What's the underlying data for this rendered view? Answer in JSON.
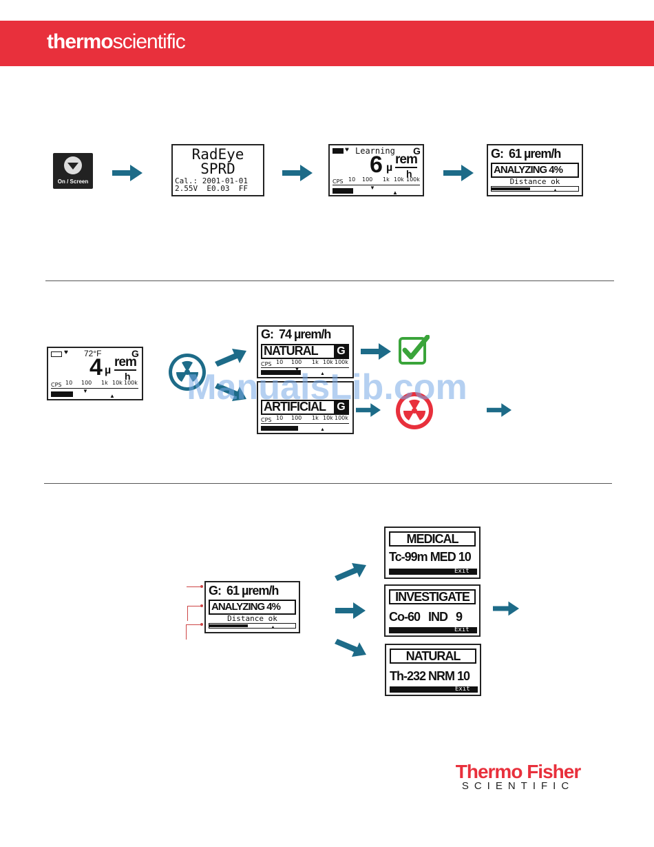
{
  "header": {
    "brand_bold": "thermo",
    "brand_light": "scientific",
    "bg_color": "#e8303c"
  },
  "step1": {
    "button_label": "On / Screen",
    "startup": {
      "line1": "RadEye",
      "line2": "SPRD",
      "line3": "Cal.: 2001-01-01",
      "line4": "2.55V  E0.03  FF"
    },
    "learning": {
      "status": "Learning",
      "mode": "G",
      "value": "6",
      "unit_prefix": "µ",
      "unit_top": "rem",
      "unit_bottom": "h",
      "scale_label": "CPS",
      "scale": [
        "10",
        "100",
        "1k",
        "10k",
        "100k"
      ]
    },
    "analyzing": {
      "reading": "G:  61 µrem/h",
      "status": "ANALYZING 4%",
      "message": "Distance ok"
    }
  },
  "step2": {
    "idle": {
      "temp": "72°F",
      "mode": "G",
      "value": "4",
      "unit_prefix": "µ",
      "unit_top": "rem",
      "unit_bottom": "h",
      "scale_label": "CPS",
      "scale": [
        "10",
        "100",
        "1k",
        "10k",
        "100k"
      ]
    },
    "natural": {
      "reading": "G:  74 µrem/h",
      "status": "NATURAL",
      "mode": "G",
      "scale_label": "CPS",
      "scale": [
        "10",
        "100",
        "1k",
        "10k",
        "100k"
      ]
    },
    "artificial": {
      "status": "ARTIFICIAL",
      "mode": "G",
      "scale_label": "CPS",
      "scale": [
        "10",
        "100",
        "1k",
        "10k",
        "100k"
      ]
    },
    "check_color": "#3aa43a",
    "alarm_color": "#e8303c",
    "source_color": "#1d6b88"
  },
  "step3": {
    "analyzing": {
      "reading": "G:  61 µrem/h",
      "status": "ANALYZING 4%",
      "message": "Distance ok"
    },
    "results": [
      {
        "category": "MEDICAL",
        "nuclide": "Tc-99m MED 10",
        "exit": "Exit"
      },
      {
        "category": "INVESTIGATE",
        "nuclide": "Co-60   IND   9",
        "exit": "Exit"
      },
      {
        "category": "NATURAL",
        "nuclide": "Th-232 NRM 10",
        "exit": "Exit"
      }
    ]
  },
  "watermark": "ManualsLib.com",
  "footer_logo": {
    "top": "Thermo Fisher",
    "bottom": "SCIENTIFIC"
  },
  "arrow_color": "#1d6b88"
}
